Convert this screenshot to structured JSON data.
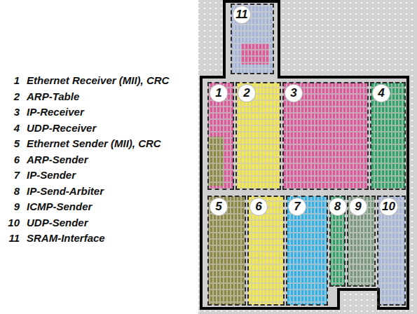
{
  "diagram": {
    "nodes": [
      {
        "text": [
          "11"
        ]
      },
      {
        "text": [
          "1"
        ]
      },
      {
        "text": [
          "2"
        ]
      },
      {
        "text": [
          "3"
        ]
      },
      {
        "text": [
          "4"
        ]
      },
      {
        "text": [
          "5"
        ]
      },
      {
        "text": [
          "6"
        ]
      },
      {
        "text": [
          "7"
        ]
      },
      {
        "text": [
          "8"
        ]
      },
      {
        "text": [
          "9"
        ]
      },
      {
        "text": [
          "10"
        ]
      }
    ],
    "labels": [
      "1",
      "Ethernet Receiver (MII), CRC",
      "2",
      "ARP-Table",
      "3",
      "IP-Receiver",
      "4",
      "UDP-Receiver",
      "5",
      "Ethernet Sender (MII), CRC",
      "6",
      "ARP-Sender",
      "7",
      "IP-Sender",
      "8",
      "IP-Send-Arbiter",
      "9",
      "ICMP-Sender",
      "10",
      "UDP-Sender",
      "11",
      "SRAM-Interface"
    ]
  }
}
